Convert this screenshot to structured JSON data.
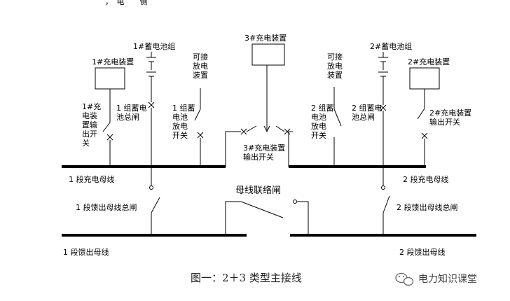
{
  "diagram": {
    "top_cut": "，　电　　侧",
    "charger1_label": "1#充电装置",
    "charger2_label": "2#充电装置",
    "charger3_label": "3#充电装置",
    "battery1_label": "1#蓄电池组",
    "battery2_label": "2#蓄电池组",
    "load1_label": [
      "可接",
      "放电",
      "装置"
    ],
    "load2_label": [
      "可接",
      "放电",
      "装置"
    ],
    "c1_out_switch": [
      "1#充",
      "电装",
      "置输",
      "出开",
      "关"
    ],
    "b1_main_switch": [
      "1 组蓄电",
      "池总闸"
    ],
    "b1_discharge_switch": [
      "1 组蓄",
      "电池",
      "放电",
      "开关"
    ],
    "c3_out_switch": [
      "3#充电装置",
      "输出开关"
    ],
    "b2_discharge_switch": [
      "2 组蓄",
      "电池",
      "放电",
      "开关"
    ],
    "b2_main_switch": [
      "2 组蓄电",
      "池总闸"
    ],
    "c2_out_switch": [
      "2#充电装置",
      "输出开关"
    ],
    "charge_bus1": "1 段充电母线",
    "charge_bus2": "2 段充电母线",
    "feed_breaker1": "1 段馈出母线总闸",
    "feed_breaker2": "2 段馈出母线总闸",
    "tie_breaker": "母线联络闸",
    "feed_bus1": "1 段馈出母线",
    "feed_bus2": "2 段馈出母线",
    "caption": "图一：2＋3 类型主接线",
    "watermark": "电力知识课堂"
  }
}
